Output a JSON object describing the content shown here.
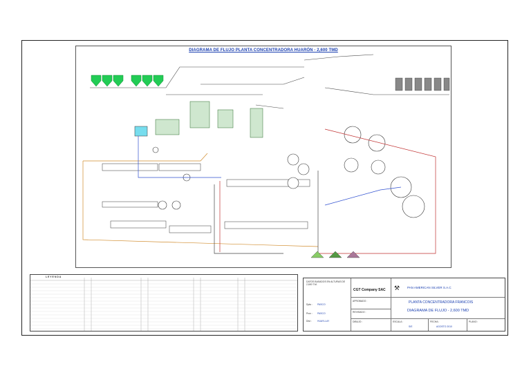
{
  "diagram_title": "DIAGRAMA DE FLUJO PLANTA CONCENTRADORA HUARÓN - 2,600 TMD",
  "legend_title": "L E Y E N D A",
  "title_block": {
    "note": "DATOS BASADOS EN ALTURAS DE 2,600 T.M.",
    "company": "CGT Company SAC",
    "client": "PAN AMERICAN SILVER S.A.C",
    "aprobado_label": "APROBADO :",
    "revisado_label": "REVISADO :",
    "dibujo_label": "DIBUJO :",
    "escala_label": "ESCALA :",
    "fecha_label": "FECHA :",
    "plano_label": "PLANO :",
    "project_line1": "PLANTA CONCENTRADORA FRANCOIS",
    "project_line2": "DIAGRAMA DE FLUJO - 2,600 TMD",
    "dpto_label": "Dpto :",
    "dpto_value": "PASCO",
    "prov_label": "Prov :",
    "prov_value": "PASCO",
    "dist_label": "Dist :",
    "dist_value": "HUAYLLAY",
    "escala_value": "S/E",
    "fecha_value": "AGOSTO 2010"
  },
  "colors": {
    "accent_blue": "#1a3fb0",
    "tank_green": "#22cc55",
    "line_orange": "#d08a2a",
    "line_red": "#c03030",
    "line_blue": "#3050d0"
  }
}
